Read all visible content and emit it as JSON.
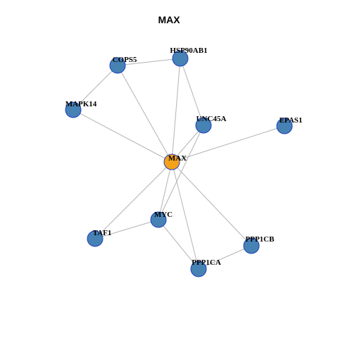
{
  "title": "MAX",
  "colors": {
    "hub": "#f4a21a",
    "node": "#4682b4",
    "node_border": "#1f3fbf",
    "edge": "#b3b3b3"
  },
  "network": {
    "nodes": [
      {
        "id": "MAX",
        "label": "MAX",
        "hub": true
      },
      {
        "id": "COPS5",
        "label": "COPS5"
      },
      {
        "id": "HSP90AB1",
        "label": "HSP90AB1"
      },
      {
        "id": "MAPK14",
        "label": "MAPK14"
      },
      {
        "id": "UNC45A",
        "label": "UNC45A"
      },
      {
        "id": "EPAS1",
        "label": "EPAS1"
      },
      {
        "id": "MYC",
        "label": "MYC"
      },
      {
        "id": "TAF1",
        "label": "TAF1"
      },
      {
        "id": "PPP1CB",
        "label": "PPP1CB"
      },
      {
        "id": "PPP1CA",
        "label": "PPP1CA"
      }
    ],
    "edges": [
      [
        "MAX",
        "COPS5"
      ],
      [
        "MAX",
        "HSP90AB1"
      ],
      [
        "MAX",
        "MAPK14"
      ],
      [
        "MAX",
        "UNC45A"
      ],
      [
        "MAX",
        "EPAS1"
      ],
      [
        "MAX",
        "MYC"
      ],
      [
        "MAX",
        "TAF1"
      ],
      [
        "MAX",
        "PPP1CB"
      ],
      [
        "MAX",
        "PPP1CA"
      ],
      [
        "COPS5",
        "HSP90AB1"
      ],
      [
        "COPS5",
        "MAPK14"
      ],
      [
        "HSP90AB1",
        "UNC45A"
      ],
      [
        "UNC45A",
        "MYC"
      ],
      [
        "MYC",
        "TAF1"
      ],
      [
        "MYC",
        "PPP1CA"
      ],
      [
        "PPP1CA",
        "PPP1CB"
      ]
    ]
  }
}
